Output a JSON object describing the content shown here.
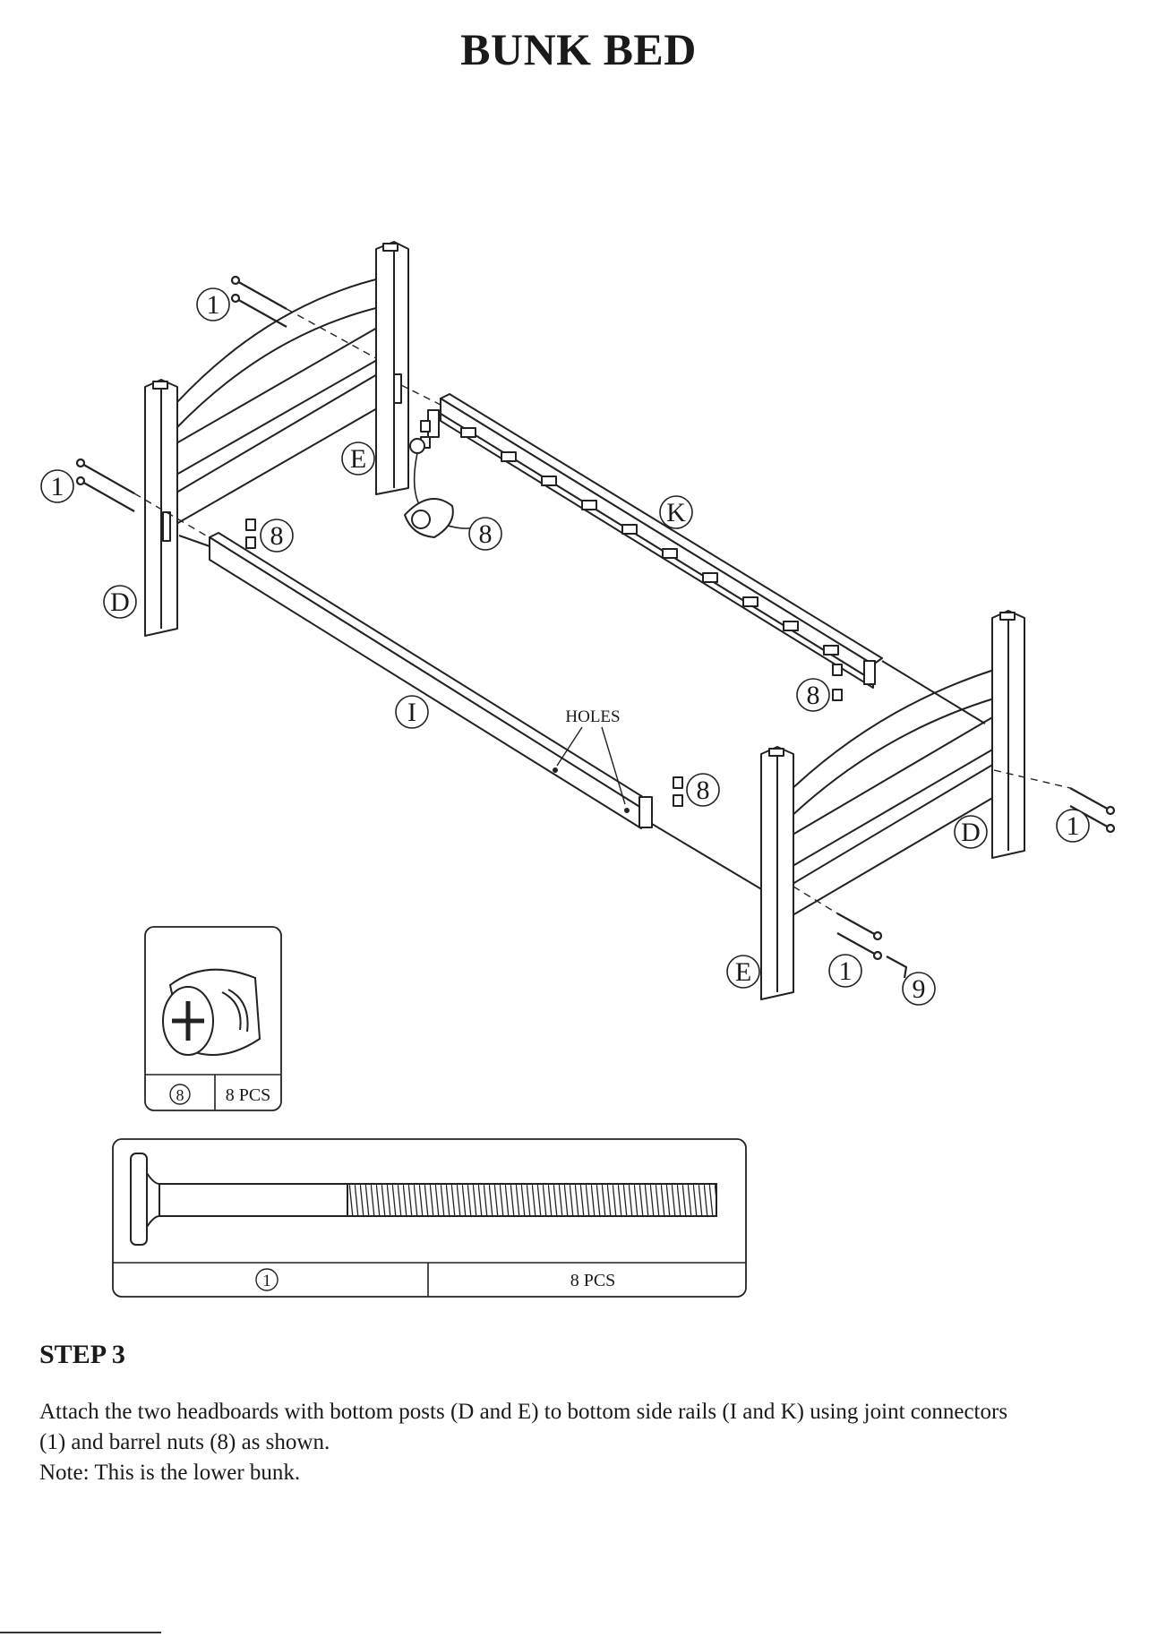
{
  "document": {
    "title": "BUNK BED"
  },
  "diagram": {
    "callouts": {
      "connector": "1",
      "barrel_nut": "8",
      "wrench": "9",
      "post_d": "D",
      "post_e": "E",
      "rail_i": "I",
      "rail_k": "K"
    },
    "holes_label": "HOLES"
  },
  "parts": {
    "barrel_nut": {
      "number": "8",
      "quantity": "8 PCS"
    },
    "joint_connector": {
      "number": "1",
      "quantity": "8 PCS"
    }
  },
  "step": {
    "title": "STEP 3",
    "lines": [
      "Attach the two headboards with bottom posts (D and E) to bottom side rails (I and K) using joint connectors",
      "(1) and barrel nuts (8) as shown.",
      "Note: This is the lower bunk."
    ]
  }
}
